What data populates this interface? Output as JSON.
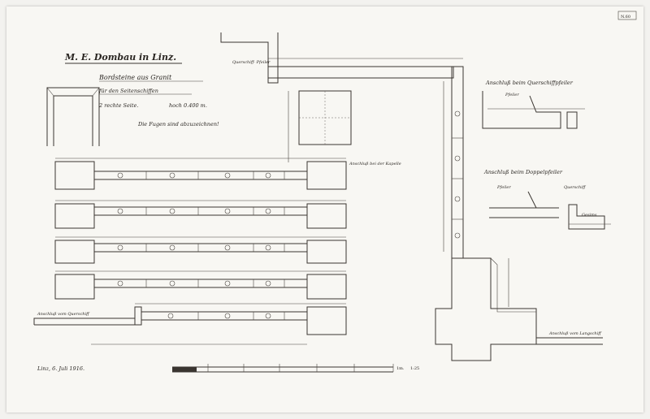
{
  "sheet": {
    "number": "N.60",
    "title": "M. E. Dombau in Linz.",
    "subtitle": "Bordsteine aus Granit",
    "subtitle2": "für den Seitenschiffen",
    "side_note": "2 rechte Seite.",
    "height_note": "hoch 0.400 m.",
    "joints_note": "Die Fugen sind abzuzeichnen!",
    "date": "Linz, 6. Juli 1916.",
    "scale_end": "1m.",
    "scale_ratio": "1:25"
  },
  "labels": {
    "querschiff_pfeiler": "Querschiff- Pfeiler",
    "anschluss_kapelle": "Anschluß bei der Kapelle",
    "anschluss_querschiff": "Anschluß vom Querschiff",
    "anschluss_querschiffpfeiler": "Anschluß beim Querschiffpfeiler",
    "anschluss_doppelpfeiler": "Anschluß beim Doppelpfeiler",
    "anschluss_langschiff": "Anschluß vom Langschiff",
    "pfeiler": "Pfeiler",
    "pfeiler2": "Pfeiler",
    "querschiff": "Querschiff",
    "gesims": "Gesims"
  }
}
